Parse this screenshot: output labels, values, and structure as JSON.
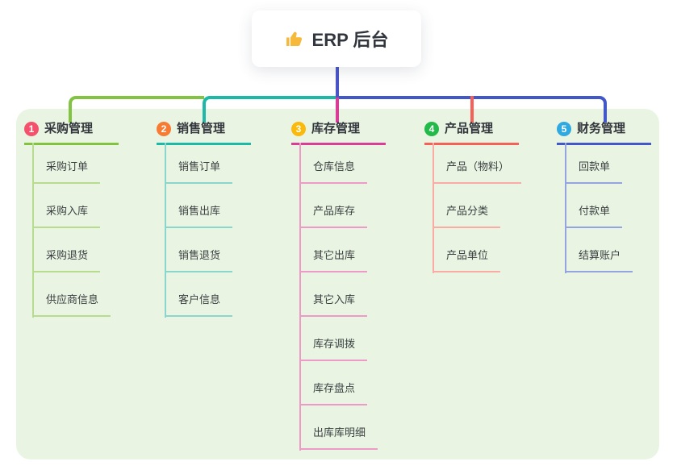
{
  "root": {
    "label": "ERP 后台",
    "icon": "thumbs-up-icon"
  },
  "branches": [
    {
      "number": "1",
      "label": "采购管理",
      "color": "#82C341",
      "light_color": "#B7DC90",
      "badge_color": "#F4516C",
      "children": [
        "采购订单",
        "采购入库",
        "采购退货",
        "供应商信息"
      ]
    },
    {
      "number": "2",
      "label": "销售管理",
      "color": "#1CB8A8",
      "light_color": "#8AD6CC",
      "badge_color": "#F77B33",
      "children": [
        "销售订单",
        "销售出库",
        "销售退货",
        "客户信息"
      ]
    },
    {
      "number": "3",
      "label": "库存管理",
      "color": "#DA3D96",
      "light_color": "#EE9AC8",
      "badge_color": "#FBB90B",
      "children": [
        "仓库信息",
        "产品库存",
        "其它出库",
        "其它入库",
        "库存调拨",
        "库存盘点",
        "出库库明细"
      ]
    },
    {
      "number": "4",
      "label": "产品管理",
      "color": "#F56058",
      "light_color": "#FAABA4",
      "badge_color": "#22BA49",
      "children": [
        "产品（物料）",
        "产品分类",
        "产品单位"
      ]
    },
    {
      "number": "5",
      "label": "财务管理",
      "color": "#4358C8",
      "light_color": "#94A4E0",
      "badge_color": "#30A9E0",
      "children": [
        "回款单",
        "付款单",
        "结算账户"
      ]
    }
  ],
  "colors": {
    "panel_bg": "#E9F5E2",
    "root_line": "#4A55C8"
  }
}
